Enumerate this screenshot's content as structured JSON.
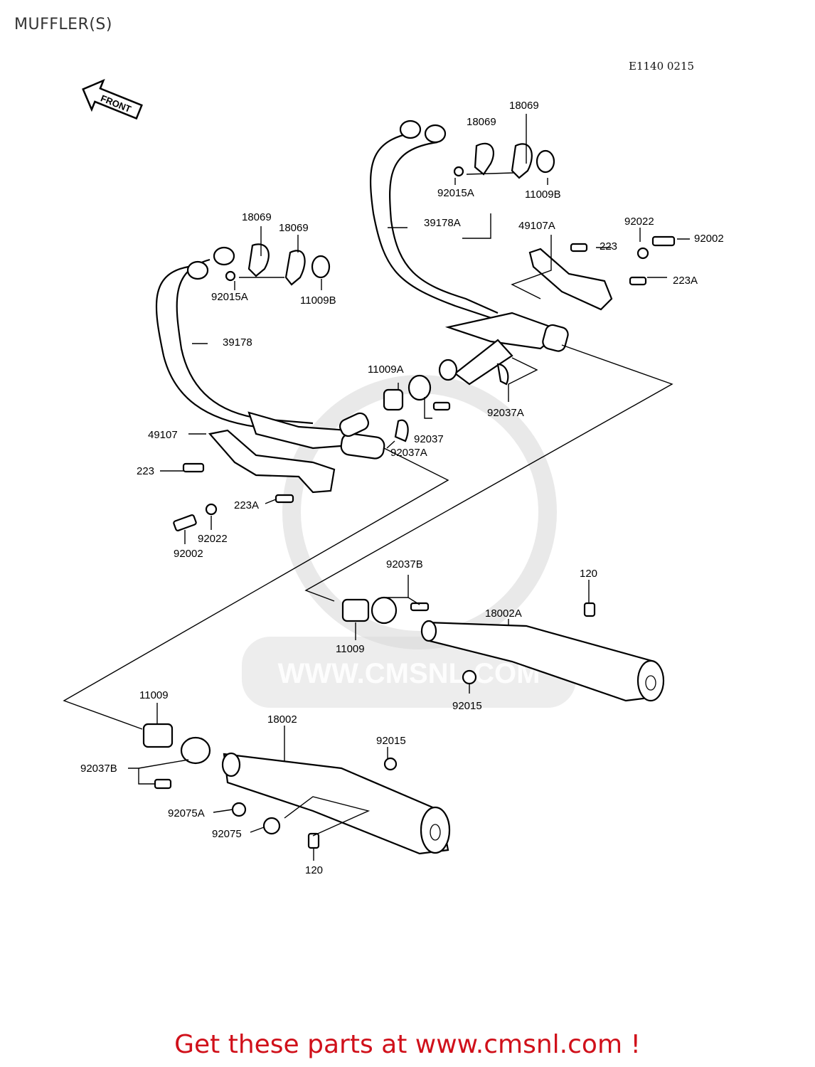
{
  "title": "MUFFLER(S)",
  "diagram_code": "E1140 0215",
  "front_label": "FRONT",
  "watermark": "WWW.CMSNL.COM",
  "cta": "Get these parts at www.cmsnl.com !",
  "cta_color": "#d0101a",
  "parts": {
    "p18069_a": "18069",
    "p18069_b": "18069",
    "p92015A_r": "92015A",
    "p11009B_r": "11009B",
    "p39178A": "39178A",
    "p49107A": "49107A",
    "p92022_r": "92022",
    "p92002_r": "92002",
    "p223_r": "223",
    "p223A_r": "223A",
    "p92037A_r": "92037A",
    "p18069_c": "18069",
    "p18069_d": "18069",
    "p92015A_l": "92015A",
    "p11009B_l": "11009B",
    "p39178": "39178",
    "p11009A": "11009A",
    "p92037": "92037",
    "p92037A_l": "92037A",
    "p49107": "49107",
    "p223_l": "223",
    "p223A_l": "223A",
    "p92022_l": "92022",
    "p92002_l": "92002",
    "p92037B_r": "92037B",
    "p120_r": "120",
    "p18002A": "18002A",
    "p11009_r": "11009",
    "p92015_r": "92015",
    "p11009_l": "11009",
    "p18002": "18002",
    "p92015_l": "92015",
    "p92037B_l": "92037B",
    "p92075A": "92075A",
    "p92075": "92075",
    "p120_l": "120"
  }
}
